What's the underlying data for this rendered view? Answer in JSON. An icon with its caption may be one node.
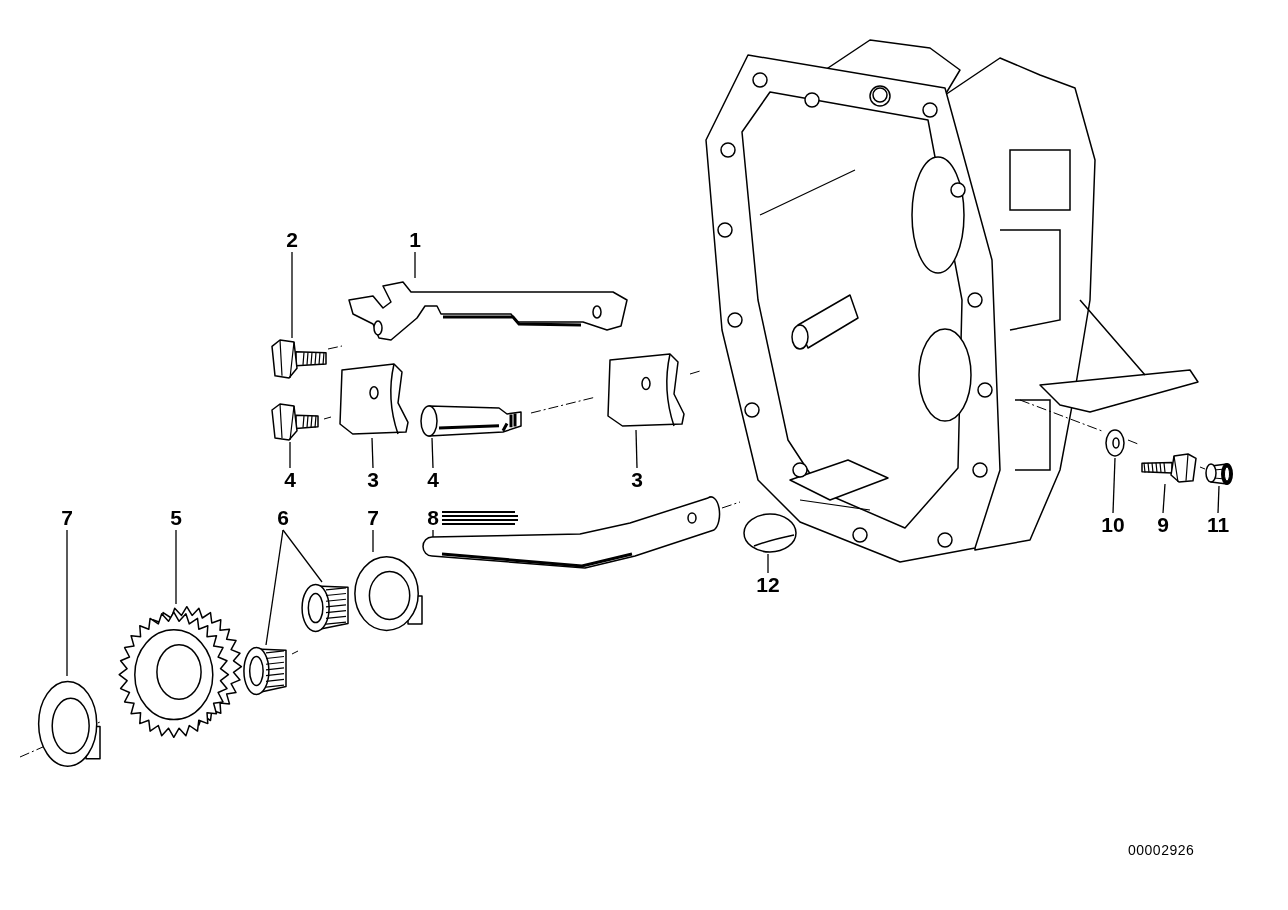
{
  "diagram": {
    "nodes": [
      {
        "text": [
          "2"
        ]
      },
      {
        "text": [
          "1"
        ]
      },
      {
        "text": [
          "4"
        ]
      },
      {
        "text": [
          "3"
        ]
      },
      {
        "text": [
          "4"
        ]
      },
      {
        "text": [
          "3"
        ]
      },
      {
        "text": [
          "7"
        ]
      },
      {
        "text": [
          "5"
        ]
      },
      {
        "text": [
          "6"
        ]
      },
      {
        "text": [
          "7"
        ]
      },
      {
        "text": [
          "8"
        ]
      },
      {
        "text": [
          "12"
        ]
      },
      {
        "text": [
          "10"
        ]
      },
      {
        "text": [
          "9"
        ]
      },
      {
        "text": [
          "11"
        ]
      },
      {
        "text": [],
        "shape": "picture"
      },
      {
        "text": [],
        "shape": "picture"
      },
      {
        "text": [],
        "shape": "picture"
      },
      {
        "text": [],
        "shape": "picture"
      },
      {
        "text": [],
        "shape": "picture"
      },
      {
        "text": [],
        "shape": "picture"
      },
      {
        "text": [],
        "shape": "picture"
      },
      {
        "text": [],
        "shape": "picture"
      },
      {
        "text": [],
        "shape": "picture"
      },
      {
        "text": [],
        "shape": "picture"
      },
      {
        "text": [],
        "shape": "picture"
      },
      {
        "text": [],
        "shape": "picture"
      },
      {
        "text": [],
        "shape": "picture"
      },
      {
        "text": [],
        "shape": "picture"
      },
      {
        "text": [],
        "shape": "picture"
      },
      {
        "text": [],
        "shape": "picture"
      }
    ],
    "edges": [
      {
        "from": 0,
        "to": 16,
        "arrow": "none"
      },
      {
        "from": 1,
        "to": 15,
        "arrow": "none"
      },
      {
        "from": 2,
        "to": 17,
        "arrow": "none"
      },
      {
        "from": 3,
        "to": 18,
        "arrow": "none"
      },
      {
        "from": 4,
        "to": 19,
        "arrow": "none"
      },
      {
        "from": 5,
        "to": 20,
        "arrow": "none"
      },
      {
        "from": 6,
        "to": 21,
        "arrow": "none"
      },
      {
        "from": 7,
        "to": 22,
        "arrow": "none"
      },
      {
        "from": 8,
        "to": 23,
        "arrow": "none"
      },
      {
        "from": 8,
        "to": 24,
        "arrow": "none"
      },
      {
        "from": 9,
        "to": 25,
        "arrow": "none"
      },
      {
        "from": 10,
        "to": 26,
        "arrow": "none"
      },
      {
        "from": 11,
        "to": 27,
        "arrow": "none"
      },
      {
        "from": 12,
        "to": 28,
        "arrow": "none"
      },
      {
        "from": 13,
        "to": 29,
        "arrow": "none"
      },
      {
        "from": 14,
        "to": 30,
        "arrow": "none"
      }
    ],
    "labels": [
      "00002926"
    ]
  }
}
